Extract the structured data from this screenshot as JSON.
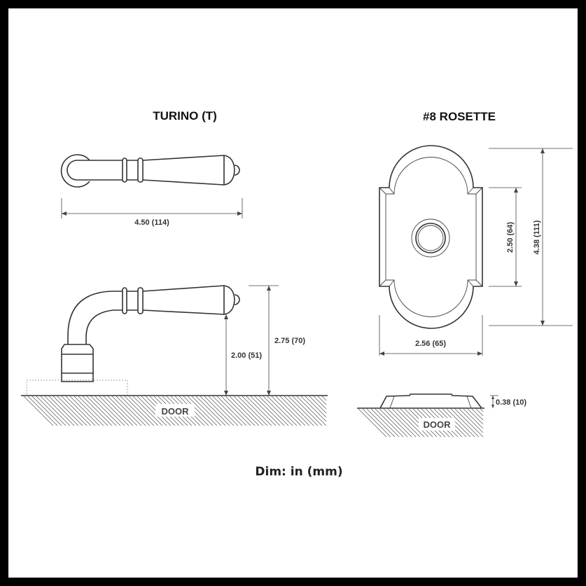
{
  "turino": {
    "title": "TURINO (T)",
    "length_dim": "4.50 (114)",
    "height_to_lever_bottom": "2.00 (51)",
    "height_to_lever_top": "2.75 (70)",
    "door_label": "DOOR"
  },
  "rosette": {
    "title": "#8 ROSETTE",
    "inner_height_dim": "2.50 (64)",
    "overall_height_dim": "4.38 (111)",
    "width_dim": "2.56 (65)",
    "projection_dim": "0.38 (10)",
    "door_label": "DOOR"
  },
  "footer": {
    "units_note": "Dim: in (mm)"
  },
  "colors": {
    "frame": "#000000",
    "background": "#ffffff",
    "line": "#333333"
  }
}
